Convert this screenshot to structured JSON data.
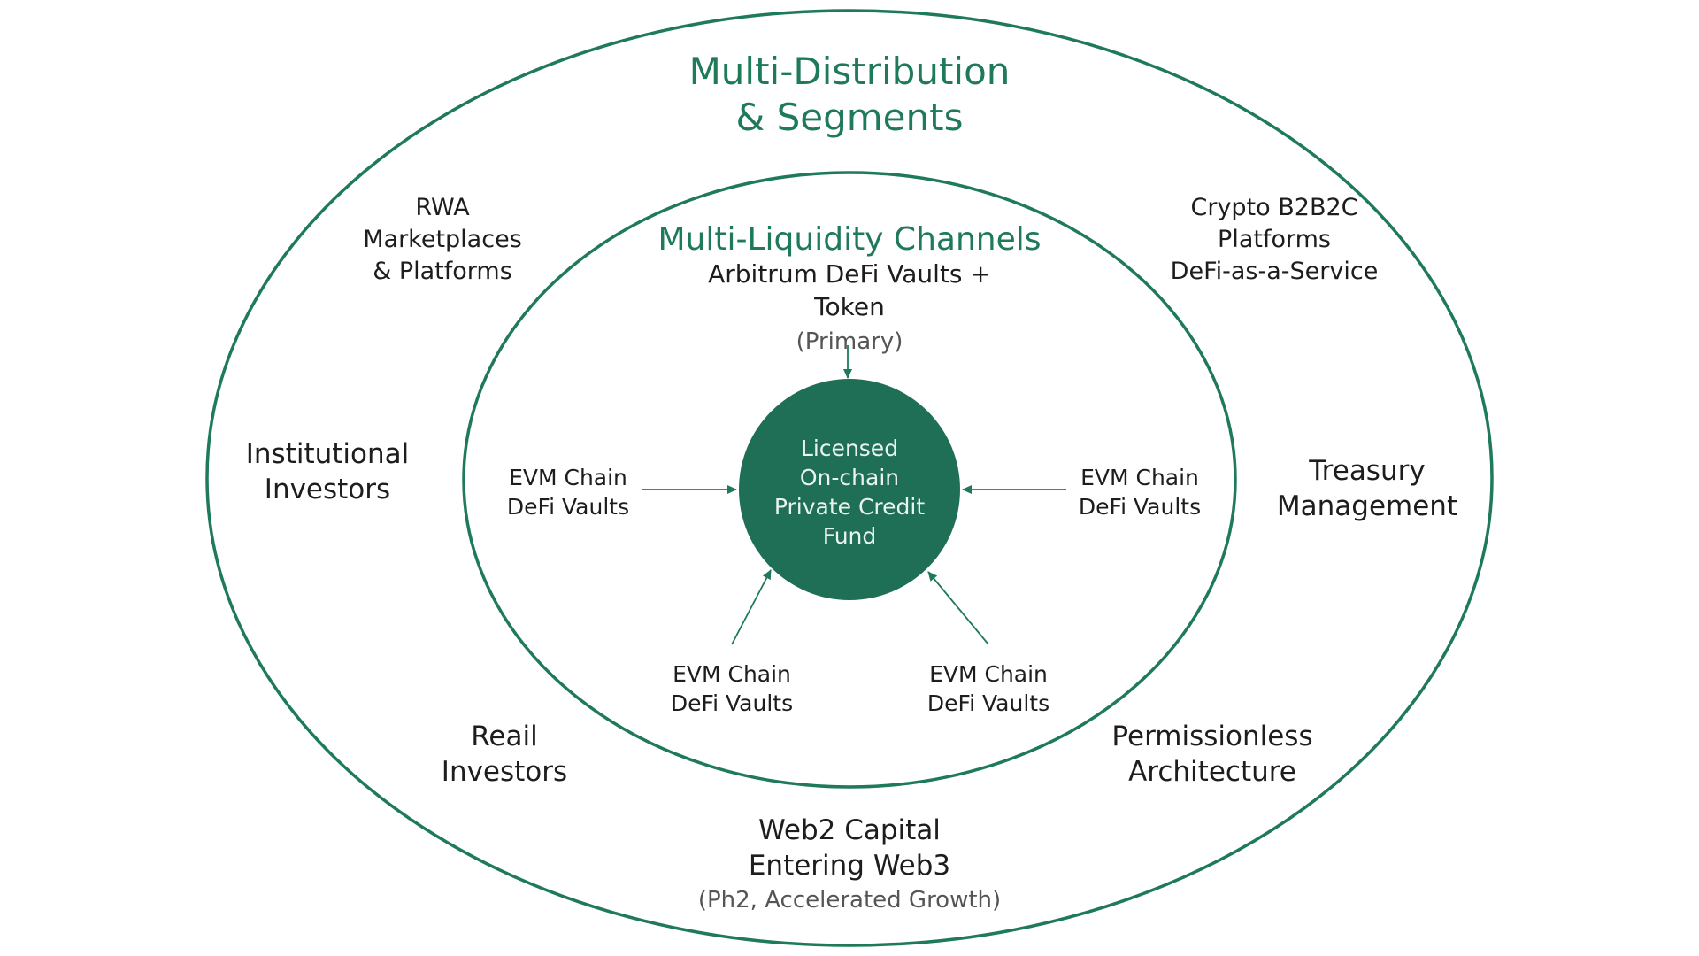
{
  "colors": {
    "accent": "#1e7a58",
    "fund_fill": "#1f6e56",
    "fund_text": "#e9f4ef",
    "text": "#1d1d1d",
    "muted": "#555555"
  },
  "outer": {
    "title_line1": "Multi-Distribution",
    "title_line2": "& Segments"
  },
  "inner": {
    "title": "Multi-Liquidity Channels",
    "primary_line1": "Arbitrum DeFi Vaults +",
    "primary_line2": "Token",
    "primary_note": "(Primary)"
  },
  "center": {
    "line1": "Licensed",
    "line2": "On-chain",
    "line3": "Private Credit",
    "line4": "Fund"
  },
  "vaults": [
    {
      "line1": "EVM Chain",
      "line2": "DeFi Vaults"
    },
    {
      "line1": "EVM Chain",
      "line2": "DeFi Vaults"
    },
    {
      "line1": "EVM Chain",
      "line2": "DeFi Vaults"
    },
    {
      "line1": "EVM Chain",
      "line2": "DeFi Vaults"
    }
  ],
  "segments": {
    "rwa": {
      "line1": "RWA",
      "line2": "Marketplaces",
      "line3": "& Platforms"
    },
    "crypto": {
      "line1": "Crypto B2B2C",
      "line2": "Platforms",
      "line3": "DeFi-as-a-Service"
    },
    "institutional": {
      "line1": "Institutional",
      "line2": "Investors"
    },
    "treasury": {
      "line1": "Treasury",
      "line2": "Management"
    },
    "retail": {
      "line1": "Reail",
      "line2": "Investors"
    },
    "permissionless": {
      "line1": "Permissionless",
      "line2": "Architecture"
    },
    "web2": {
      "line1": "Web2 Capital",
      "line2": "Entering Web3",
      "note": "(Ph2, Accelerated Growth)"
    }
  }
}
